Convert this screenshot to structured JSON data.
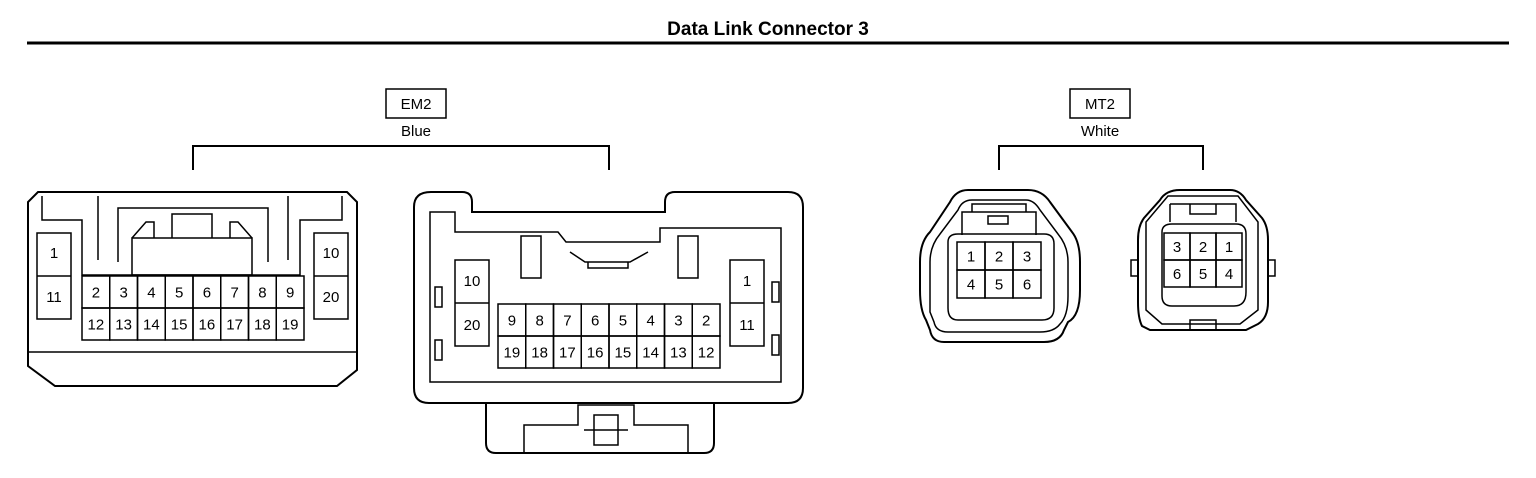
{
  "title": "Data Link Connector 3",
  "connectors": {
    "em2": {
      "code": "EM2",
      "color": "Blue",
      "male": {
        "top_row": [
          "2",
          "3",
          "4",
          "5",
          "6",
          "7",
          "8",
          "9"
        ],
        "bottom_row": [
          "12",
          "13",
          "14",
          "15",
          "16",
          "17",
          "18",
          "19"
        ],
        "left_col": [
          "1",
          "11"
        ],
        "right_col": [
          "10",
          "20"
        ]
      },
      "female": {
        "top_row": [
          "9",
          "8",
          "7",
          "6",
          "5",
          "4",
          "3",
          "2"
        ],
        "bottom_row": [
          "19",
          "18",
          "17",
          "16",
          "15",
          "14",
          "13",
          "12"
        ],
        "left_col": [
          "10",
          "20"
        ],
        "right_col": [
          "1",
          "11"
        ]
      }
    },
    "mt2": {
      "code": "MT2",
      "color": "White",
      "male": {
        "top_row": [
          "1",
          "2",
          "3"
        ],
        "bottom_row": [
          "4",
          "5",
          "6"
        ]
      },
      "female": {
        "top_row": [
          "3",
          "2",
          "1"
        ],
        "bottom_row": [
          "6",
          "5",
          "4"
        ]
      }
    }
  }
}
